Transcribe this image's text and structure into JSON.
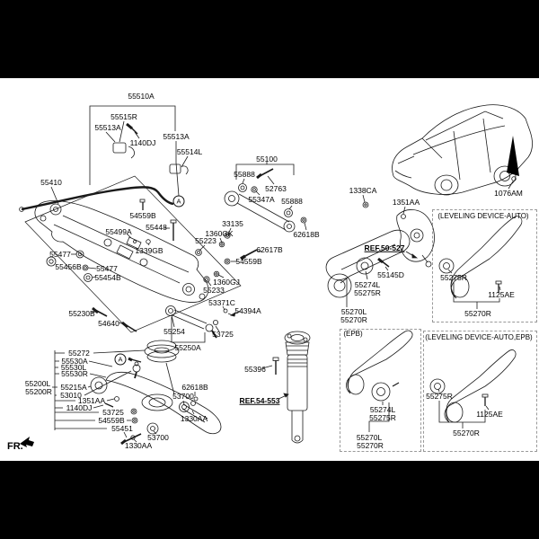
{
  "artwork": {
    "background": "#ffffff",
    "letterbox_band": "#000000",
    "line_color": "#1a1a1a"
  },
  "fr": {
    "label": "FR."
  },
  "marker": {
    "letter": "A"
  },
  "labels": {
    "stabilizer": [
      "55510A",
      "55515R",
      "55513A",
      "1140DJ",
      "55513A",
      "55514L"
    ],
    "crossmember": [
      "55410",
      "54559B",
      "55448",
      "55499A",
      "1339GB",
      "55477",
      "55456B",
      "55477",
      "55454B",
      "55230B",
      "54640"
    ],
    "center_fasteners": [
      "33135",
      "1360GK",
      "55223",
      "62617B",
      "54559B",
      "1360GJ",
      "55233",
      "53371C",
      "54394A"
    ],
    "upper_arm": [
      "55100",
      "55888",
      "52763",
      "55347A",
      "55888",
      "62618B"
    ],
    "assist_link": [
      "55254",
      "53725",
      "55250A"
    ],
    "shock": [
      "55396",
      "REF.54-553"
    ],
    "arm_link": [
      "62618B",
      "53700",
      "1330AA"
    ],
    "lower_arm": [
      "55272",
      "55530A",
      "55530L",
      "55530R",
      "55200L",
      "55200R",
      "55215A",
      "53010",
      "1351AA",
      "1140DJ",
      "53725",
      "54559B",
      "55451",
      "53700",
      "1330AA"
    ],
    "trailing_arm": [
      "1338CA",
      "1351AA",
      "REF.50-527",
      "55145D",
      "55274L",
      "55275R",
      "55270L",
      "55270R"
    ],
    "car": [
      "1076AM"
    ]
  },
  "boxes": {
    "leveling": {
      "title": "(LEVELING DEVICE-AUTO)",
      "parts": [
        "55275R",
        "1125AE",
        "55270R"
      ]
    },
    "epb": {
      "title": "(EPB)",
      "parts": [
        "55274L",
        "55275R",
        "55270L",
        "55270R"
      ]
    },
    "leveling_epb": {
      "title": "(LEVELING DEVICE-AUTO,EPB)",
      "parts": [
        "55275R",
        "1125AE",
        "55270R"
      ]
    }
  }
}
